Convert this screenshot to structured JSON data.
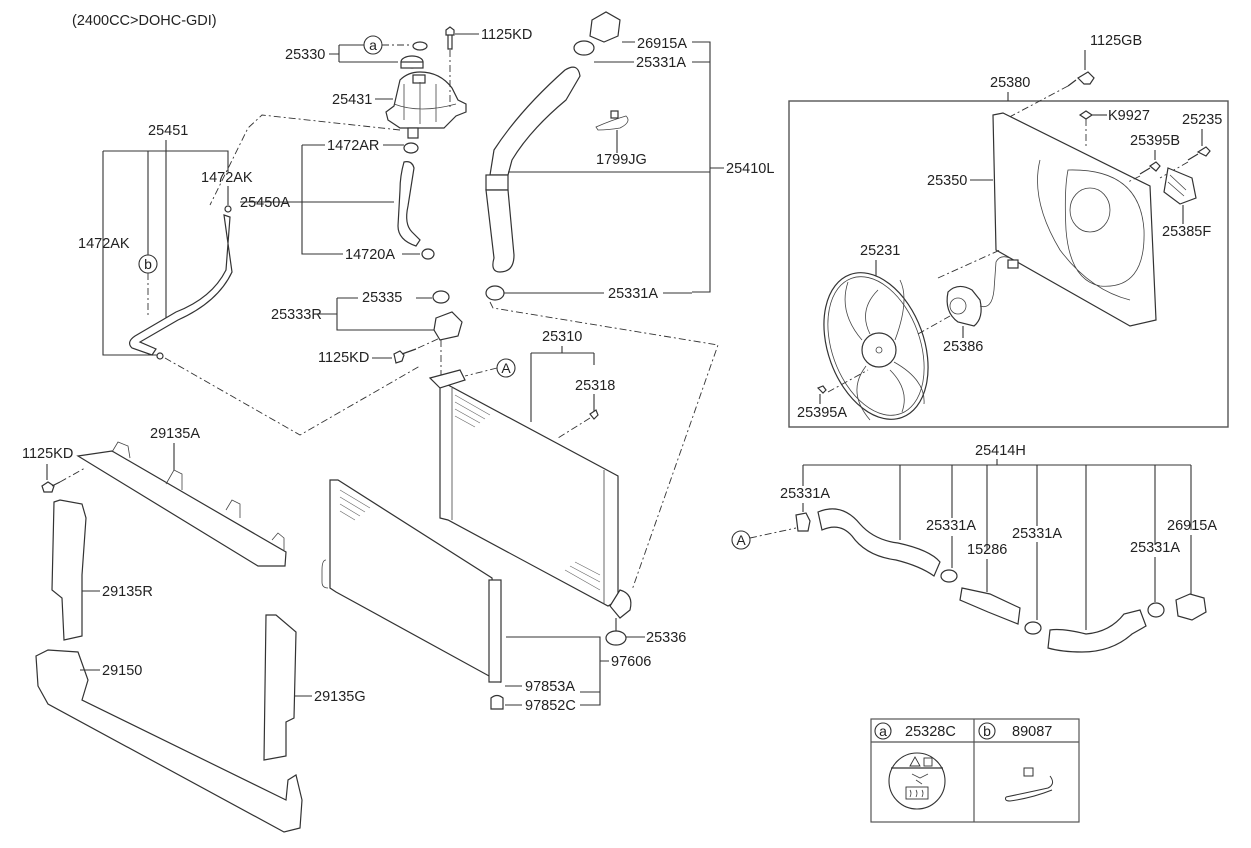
{
  "header": {
    "engine_spec": "(2400CC>DOHC-GDI)"
  },
  "callout_refs": {
    "a": "a",
    "b": "b",
    "A": "A"
  },
  "parts": {
    "p25330": "25330",
    "p1125KD_top": "1125KD",
    "p26915A_top": "26915A",
    "p25331A_top": "25331A",
    "p25431": "25431",
    "p1799JG": "1799JG",
    "p25410L": "25410L",
    "p25451": "25451",
    "p1472AR": "1472AR",
    "p1472AK_right": "1472AK",
    "p25450A": "25450A",
    "p1472AK_left": "1472AK",
    "p14720A": "14720A",
    "p25331A_lower": "25331A",
    "p25335": "25335",
    "p25333R": "25333R",
    "p1125KD_mid": "1125KD",
    "p25310": "25310",
    "p25318": "25318",
    "p1125GB": "1125GB",
    "p25380": "25380",
    "pK9927": "K9927",
    "p25235": "25235",
    "p25395B": "25395B",
    "p25350": "25350",
    "p25385F": "25385F",
    "p25231": "25231",
    "p25386": "25386",
    "p25395A": "25395A",
    "p29135A": "29135A",
    "p1125KD_left": "1125KD",
    "p29135R": "29135R",
    "p29150": "29150",
    "p29135G": "29135G",
    "p25336": "25336",
    "p97606": "97606",
    "p97853A": "97853A",
    "p97852C": "97852C",
    "p25414H": "25414H",
    "p25331A_h1": "25331A",
    "p25331A_h2": "25331A",
    "p15286": "15286",
    "p25331A_h3": "25331A",
    "p25331A_h4": "25331A",
    "p26915A_h": "26915A"
  },
  "legend": {
    "a_ref": "a",
    "a_part": "25328C",
    "b_ref": "b",
    "b_part": "89087"
  }
}
